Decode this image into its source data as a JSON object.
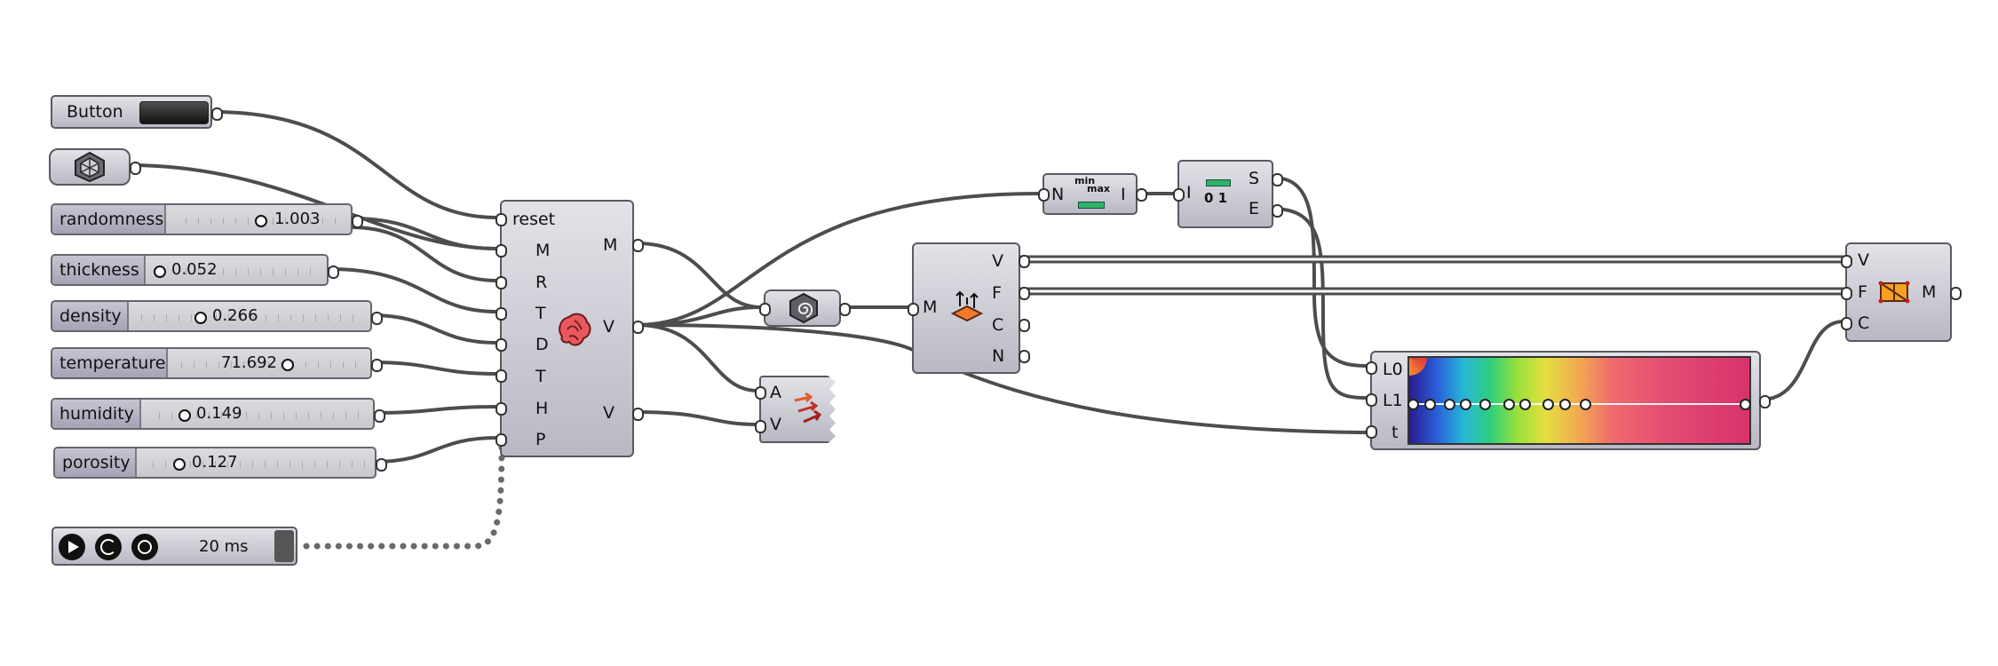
{
  "button": {
    "label": "Button"
  },
  "sliders": [
    {
      "id": "randomness",
      "label": "randomness",
      "value": "1.003"
    },
    {
      "id": "thickness",
      "label": "thickness",
      "value": "0.052"
    },
    {
      "id": "density",
      "label": "density",
      "value": "0.266"
    },
    {
      "id": "temperature",
      "label": "temperature",
      "value": "71.692"
    },
    {
      "id": "humidity",
      "label": "humidity",
      "value": "0.149"
    },
    {
      "id": "porosity",
      "label": "porosity",
      "value": "0.127"
    }
  ],
  "timer": {
    "interval": "20 ms"
  },
  "main_component": {
    "inputs": [
      "reset",
      "M",
      "R",
      "T",
      "D",
      "T",
      "H",
      "P"
    ],
    "outputs": [
      "M",
      "V",
      "V"
    ]
  },
  "vector_display": {
    "inputs": [
      "A",
      "V"
    ]
  },
  "deconstruct_mesh": {
    "input": "M",
    "outputs": [
      "V",
      "F",
      "C",
      "N"
    ]
  },
  "bounds": {
    "input": "N",
    "output": "I",
    "icon_top": "min",
    "icon_bottom": "max"
  },
  "remap": {
    "input": "I",
    "icon_text": "0 1",
    "outputs": [
      "S",
      "E"
    ]
  },
  "gradient": {
    "inputs": [
      "L0",
      "L1",
      "t"
    ]
  },
  "construct_mesh": {
    "inputs": [
      "V",
      "F",
      "C"
    ],
    "output": "M"
  },
  "colors": {
    "wire": "#4d4d4d",
    "component": "#c9c9d1",
    "gradient_start": "#2b1a8c",
    "gradient_end": "#d6336c"
  }
}
